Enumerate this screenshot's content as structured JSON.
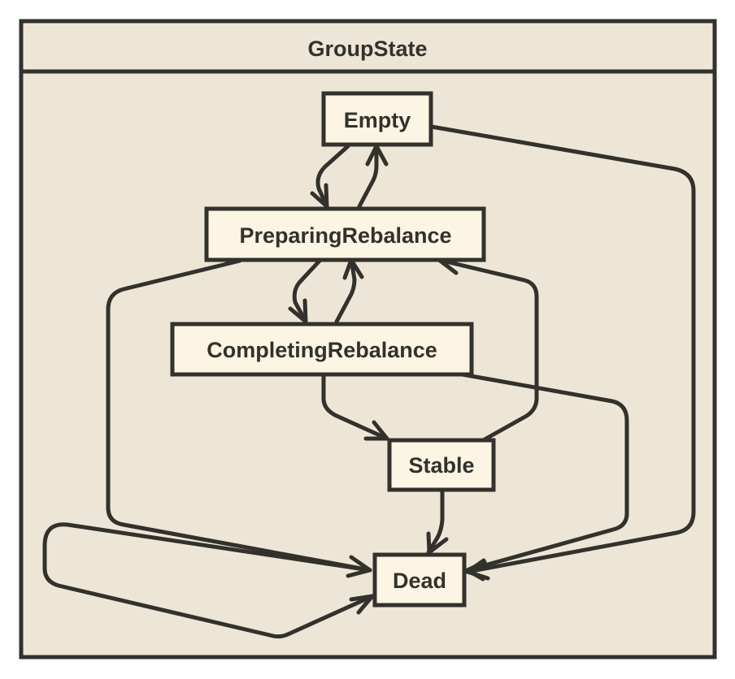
{
  "diagram": {
    "type": "state-machine",
    "title": "GroupState",
    "colors": {
      "frame_fill": "#ede6d6",
      "node_fill": "#fcf5e4",
      "ink": "#33312c"
    },
    "states": [
      {
        "id": "empty",
        "label": "Empty"
      },
      {
        "id": "preparing",
        "label": "PreparingRebalance"
      },
      {
        "id": "completing",
        "label": "CompletingRebalance"
      },
      {
        "id": "stable",
        "label": "Stable"
      },
      {
        "id": "dead",
        "label": "Dead"
      }
    ],
    "transitions": [
      {
        "from": "empty",
        "to": "preparing"
      },
      {
        "from": "preparing",
        "to": "empty"
      },
      {
        "from": "empty",
        "to": "dead"
      },
      {
        "from": "preparing",
        "to": "completing"
      },
      {
        "from": "completing",
        "to": "preparing"
      },
      {
        "from": "preparing",
        "to": "dead"
      },
      {
        "from": "stable",
        "to": "preparing"
      },
      {
        "from": "completing",
        "to": "stable"
      },
      {
        "from": "completing",
        "to": "dead"
      },
      {
        "from": "stable",
        "to": "dead"
      },
      {
        "from": "dead",
        "to": "dead"
      }
    ]
  }
}
